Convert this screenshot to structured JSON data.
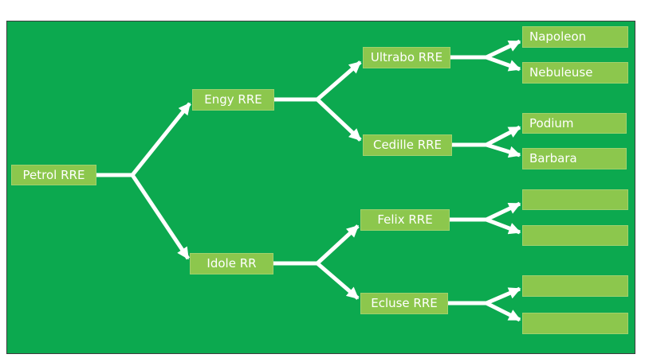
{
  "diagram": {
    "type": "family-tree",
    "colors": {
      "page_background": "#ffffff",
      "board": "#0ca94f",
      "board_border": "#3d3d3d",
      "node": "#8cc74d",
      "node_text": "#ffffff",
      "connector": "#ffffff"
    },
    "nodes": {
      "petrol": {
        "label": "Petrol RRE"
      },
      "engy": {
        "label": "Engy RRE"
      },
      "idole": {
        "label": "Idole RR"
      },
      "ultrabo": {
        "label": "Ultrabo RRE"
      },
      "cedille": {
        "label": "Cedille RRE"
      },
      "felix": {
        "label": "Felix RRE"
      },
      "ecluse": {
        "label": "Ecluse RRE"
      },
      "napoleon": {
        "label": "Napoleon"
      },
      "nebuleuse": {
        "label": "Nebuleuse"
      },
      "podium": {
        "label": "Podium"
      },
      "barbara": {
        "label": "Barbara"
      },
      "blank_1": {
        "label": ""
      },
      "blank_2": {
        "label": ""
      },
      "blank_3": {
        "label": ""
      },
      "blank_4": {
        "label": ""
      }
    },
    "structure": [
      {
        "parent": "Petrol RRE",
        "children": [
          "Engy RRE",
          "Idole RR"
        ]
      },
      {
        "parent": "Engy RRE",
        "children": [
          "Ultrabo RRE",
          "Cedille RRE"
        ]
      },
      {
        "parent": "Idole RR",
        "children": [
          "Felix RRE",
          "Ecluse RRE"
        ]
      },
      {
        "parent": "Ultrabo RRE",
        "children": [
          "Napoleon",
          "Nebuleuse"
        ]
      },
      {
        "parent": "Cedille RRE",
        "children": [
          "Podium",
          "Barbara"
        ]
      },
      {
        "parent": "Felix RRE",
        "children": [
          "",
          ""
        ]
      },
      {
        "parent": "Ecluse RRE",
        "children": [
          "",
          ""
        ]
      }
    ]
  }
}
